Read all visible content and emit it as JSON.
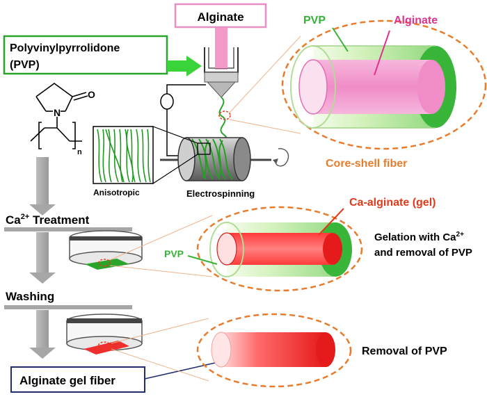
{
  "labels": {
    "alginate_top": "Alginate",
    "pvp_title_line1": "Polyvinylpyrrolidone",
    "pvp_title_line2": " (PVP)",
    "pvp_fiber": "PVP",
    "alginate_fiber": "Alginate",
    "core_shell": "Core-shell fiber",
    "anisotropic": "Anisotropic",
    "electrospinning": "Electrospinning",
    "ca_treatment_prefix": "Ca",
    "ca_treatment_sup": "2+",
    "ca_treatment_suffix": " Treatment",
    "ca_alginate_gel": "Ca-alginate (gel)",
    "pvp_dish": "PVP",
    "gelation_line1_prefix": "Gelation with Ca",
    "gelation_line1_sup": "2+",
    "gelation_line2": "and removal of PVP",
    "washing": "Washing",
    "removal_pvp": "Removal of PVP",
    "alginate_gel_fiber": "Alginate gel fiber",
    "subscript_n": "n",
    "atom_n": "N",
    "atom_o": "O"
  },
  "colors": {
    "green_box": "#2aa52a",
    "pink_box": "#e88fc3",
    "navy_box": "#1f2d6b",
    "pvp_green": "#36b336",
    "alginate_pink": "#e0338c",
    "orange": "#e87b2c",
    "ca_red": "#e03a1a",
    "arrow_gray": "#a6a6a6",
    "fiber_green": "#1f9a1f"
  }
}
